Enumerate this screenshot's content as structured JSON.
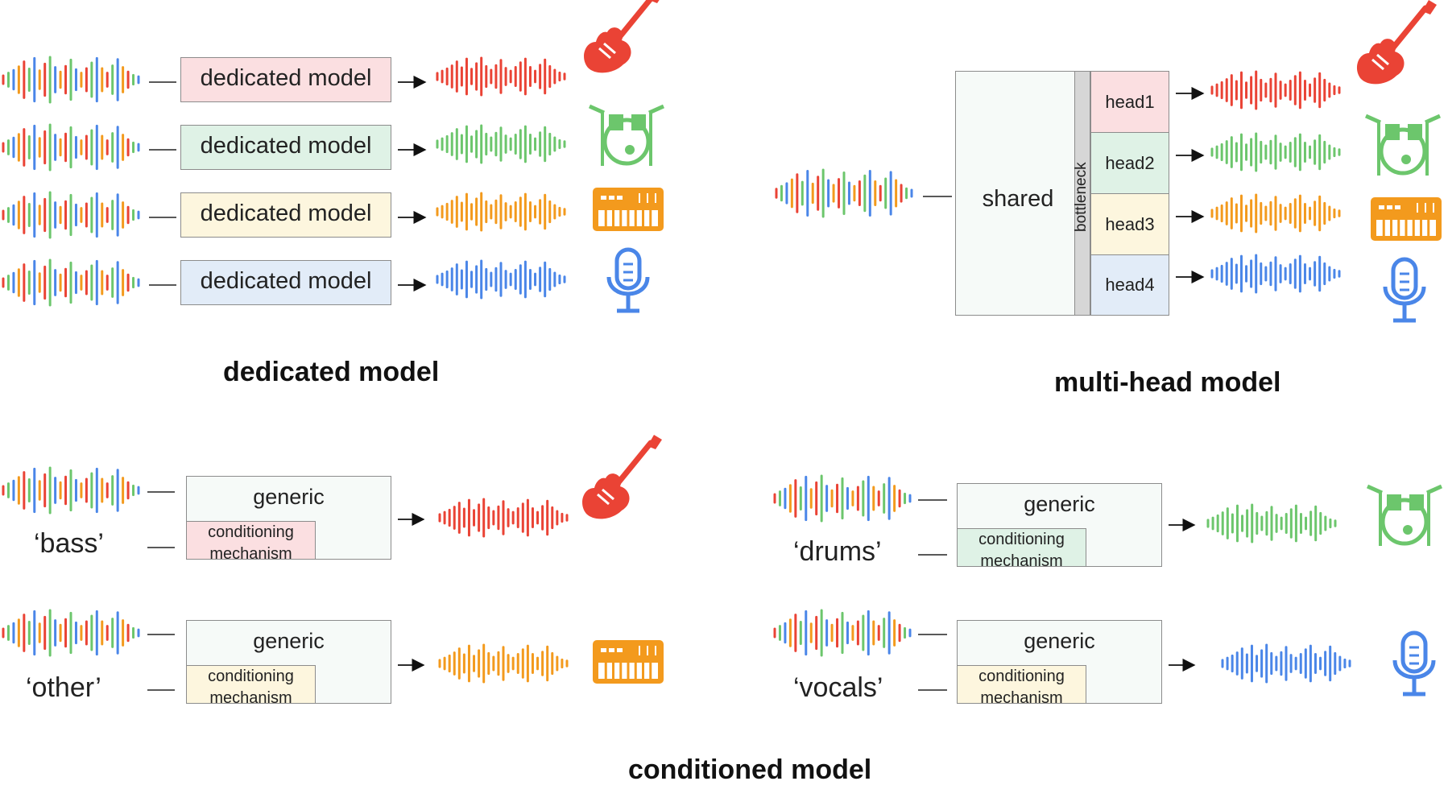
{
  "colors": {
    "guitar": "#ea4335",
    "drums": "#6cc66c",
    "keys": "#f39a1d",
    "vocals": "#4a86e8",
    "pink_fill": "#fbdfe1",
    "green_fill": "#dff2e6",
    "yellow_fill": "#fdf6de",
    "blue_fill": "#e2ecf8",
    "light_fill": "#f6faf8",
    "bottleneck_fill": "#d6d6d6"
  },
  "icons": [
    "guitar-icon",
    "drum-kit-icon",
    "keyboard-icon",
    "microphone-icon",
    "waveform-icon"
  ],
  "dedicated": {
    "heading": "dedicated model",
    "box_labels": [
      "dedicated model",
      "dedicated model",
      "dedicated model",
      "dedicated model"
    ]
  },
  "multihead": {
    "heading": "multi-head model",
    "shared_label": "shared",
    "bottleneck_label": "bottleneck",
    "heads": [
      "head1",
      "head2",
      "head3",
      "head4"
    ]
  },
  "conditioned": {
    "heading": "conditioned model",
    "panels": [
      {
        "query": "‘bass’",
        "generic": "generic",
        "cond_line1": "conditioning",
        "cond_line2": "mechanism"
      },
      {
        "query": "‘drums’",
        "generic": "generic",
        "cond_line1": "conditioning",
        "cond_line2": "mechanism"
      },
      {
        "query": "‘other’",
        "generic": "generic",
        "cond_line1": "conditioning",
        "cond_line2": "mechanism"
      },
      {
        "query": "‘vocals’",
        "generic": "generic",
        "cond_line1": "conditioning",
        "cond_line2": "mechanism"
      }
    ]
  }
}
